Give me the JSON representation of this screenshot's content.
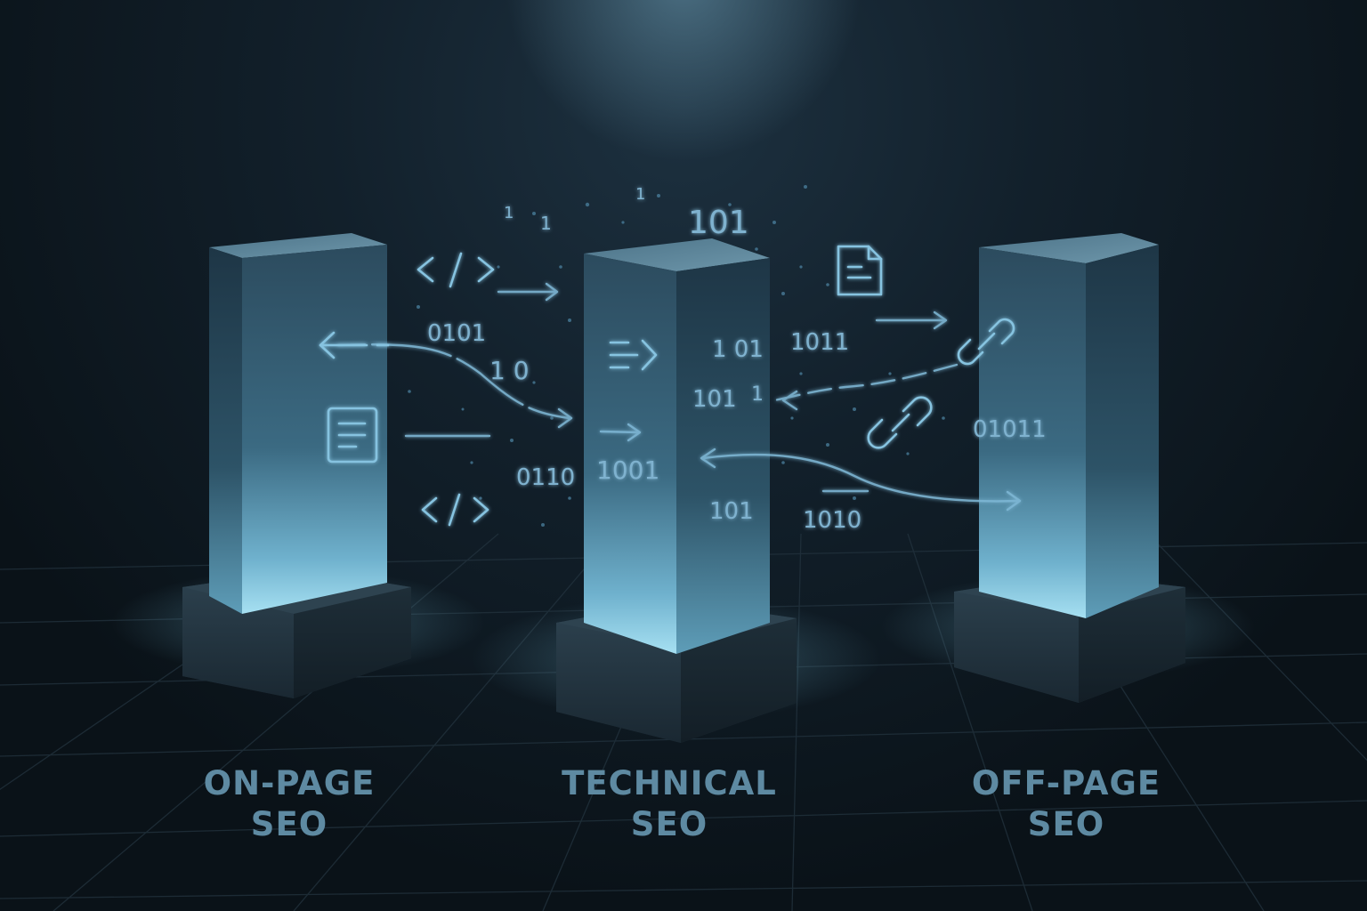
{
  "pillars": [
    {
      "line1": "ON-PAGE",
      "line2": "SEO"
    },
    {
      "line1": "TECHNICAL",
      "line2": "SEO"
    },
    {
      "line1": "OFF-PAGE",
      "line2": "SEO"
    }
  ],
  "binary_labels": {
    "b01": "0101",
    "b02": "1 0",
    "b03": "0110",
    "b04": "1",
    "b05": "1",
    "b06": "101",
    "b07": "1",
    "b08": "1 01",
    "b09": "101",
    "b10": "1",
    "b11": "1001",
    "b12": "101",
    "b13": "1011",
    "b14": "1010",
    "b15": "01011"
  },
  "icons": [
    "code-icon",
    "document-icon",
    "arrow-left-icon",
    "arrow-right-icon",
    "link-icon",
    "text-lines-arrow-icon"
  ],
  "colors": {
    "background": "#0b141c",
    "glow": "#8fd0ea",
    "accent": "#7fb2cf",
    "label": "#5e8aa2"
  }
}
